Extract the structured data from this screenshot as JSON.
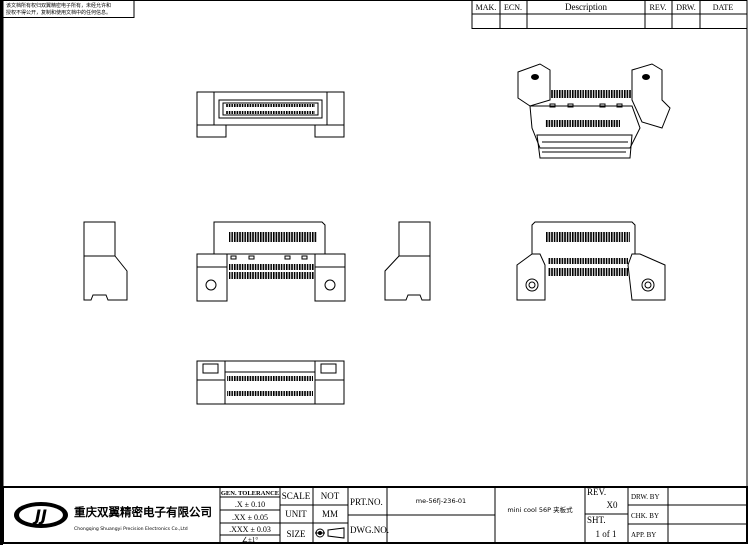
{
  "notice": {
    "line1": "该文档所有权归双翼精密电子所有，未经允许和",
    "line2": "授权不得公开，复制和使用文档中的任何信息。"
  },
  "revision_table": {
    "headers": [
      "MAK.",
      "ECN.",
      "Description",
      "REV.",
      "DRW.",
      "DATE"
    ]
  },
  "title_block": {
    "logo_text": "JJ",
    "company_cn": "重庆双翼精密电子有限公司",
    "company_en": "Chongqing Shuangyi Precision Electronics Co.,Ltd",
    "tolerance": {
      "header": "GEN. TOLERANCE",
      "x1": ".X ± 0.10",
      "x2": ".XX ± 0.05",
      "x3": ".XXX ± 0.03",
      "angle": "∠±1°"
    },
    "scale_label": "SCALE",
    "scale_value": "NOT",
    "unit_label": "UNIT",
    "unit_value": "MM",
    "size_label": "SIZE",
    "prt_no_label": "PRT.NO.",
    "prt_no_value": "me-56fj-236-01",
    "dwg_no_label": "DWG.NO.",
    "dwg_no_value": "",
    "description": "mini cool 56P 夹板式",
    "rev_label": "REV.",
    "rev_value": "X0",
    "sht_label": "SHT.",
    "sht_value": "1 of 1",
    "drw_by": "DRW. BY",
    "chk_by": "CHK. BY",
    "app_by": "APP. BY"
  }
}
